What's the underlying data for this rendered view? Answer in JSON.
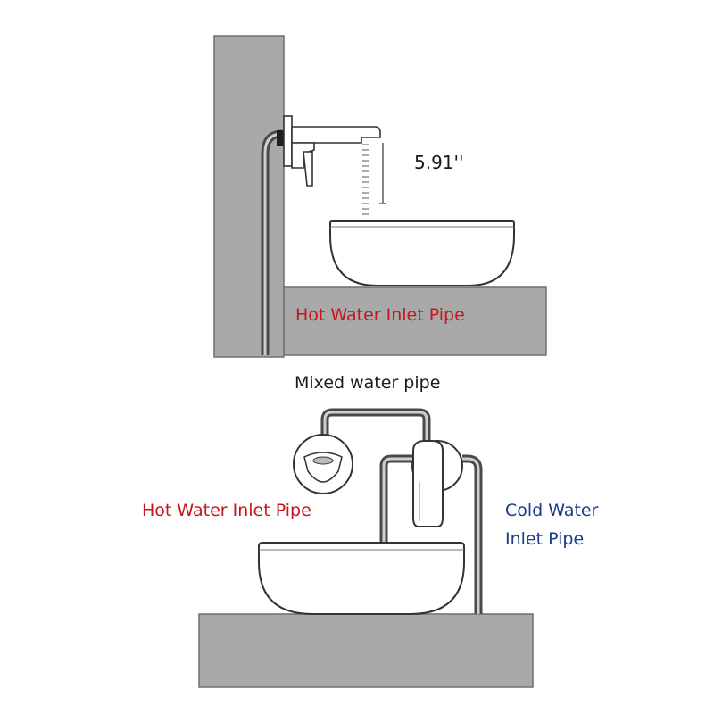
{
  "top_diagram": {
    "measurement": "5.91''",
    "counter_label": "Hot Water Inlet Pipe"
  },
  "middle_label": "Mixed water pipe",
  "bottom_diagram": {
    "hot_label": "Hot Water Inlet Pipe",
    "cold_label_line1": "Cold Water",
    "cold_label_line2": "Inlet Pipe"
  },
  "colors": {
    "hot_label": "#c4161c",
    "cold_label": "#1b3a8c",
    "structure_gray": "#a9a9a9",
    "pipe_dark": "#3a3a3a"
  }
}
